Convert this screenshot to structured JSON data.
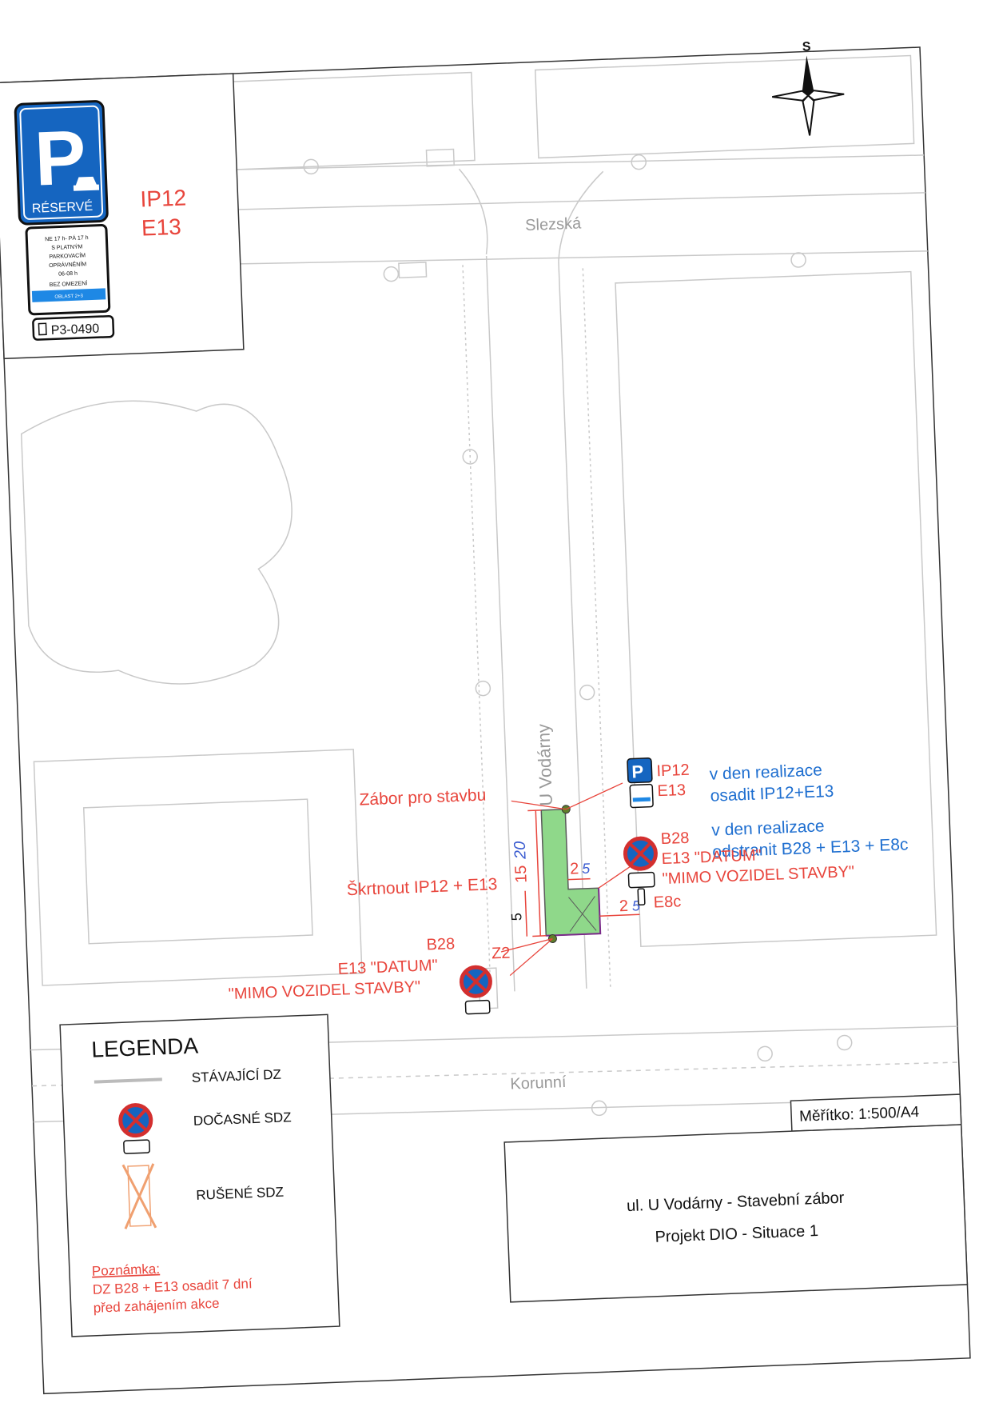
{
  "streets": {
    "slezska": "Slezská",
    "u_vodarny": "U Vodárny",
    "korunni": "Korunní"
  },
  "compass": {
    "label": "S"
  },
  "sign_panel": {
    "parking_letter": "P",
    "reserve_label": "RÉSERVÉ",
    "plate_lines": [
      "NE 17 h- PÁ 17 h",
      "S PLATNÝM",
      "PARKOVACÍM",
      "OPRÁVNĚNÍM",
      "06-08 h",
      "BEZ OMEZENÍ"
    ],
    "plate_zone": "OBLAST 2+3",
    "plate_code": "P3-0490",
    "codes": [
      "IP12",
      "E13"
    ]
  },
  "annotations": {
    "upper_sign_codes": [
      "IP12",
      "E13"
    ],
    "blue_note_1": [
      "v den realizace",
      "osadit IP12+E13"
    ],
    "blue_note_2": [
      "v den realizace",
      "odstranit B28 + E13 + E8c"
    ],
    "zabor_label": "Zábor pro stavbu",
    "right_sign_lines": [
      "B28",
      "E13 \"DATUM\"",
      "\"MIMO VOZIDEL STAVBY\""
    ],
    "e8c": "E8c",
    "skrtnout": "Škrtnout IP12 + E13",
    "z2": "Z2",
    "left_sign_lines": [
      "B28",
      "E13 \"DATUM\"",
      "\"MIMO VOZIDEL STAVBY\""
    ],
    "dim_length": "15",
    "dim_length_hand": "20",
    "dim_width_top": "2",
    "dim_width_top_hand": "5",
    "dim_short": "5",
    "dim_width_bottom": "2",
    "dim_width_bottom_hand": "5"
  },
  "legend": {
    "title": "LEGENDA",
    "items": [
      "STÁVAJÍCÍ DZ",
      "DOČASNÉ SDZ",
      "RUŠENÉ SDZ"
    ],
    "note_title": "Poznámka:",
    "note_lines": [
      "DZ B28 + E13 osadit 7 dní",
      "před zahájením akce"
    ]
  },
  "scale": {
    "text": "Měřítko:  1:500/A4"
  },
  "title_block": {
    "line1": "ul. U Vodárny - Stavební zábor",
    "line2": "Projekt DIO - Situace 1"
  },
  "colors": {
    "annotation_red": "#e8453c",
    "annotation_blue": "#1f6fd0",
    "work_zone_green": "#8fd88a",
    "sign_blue": "#1565c0"
  }
}
